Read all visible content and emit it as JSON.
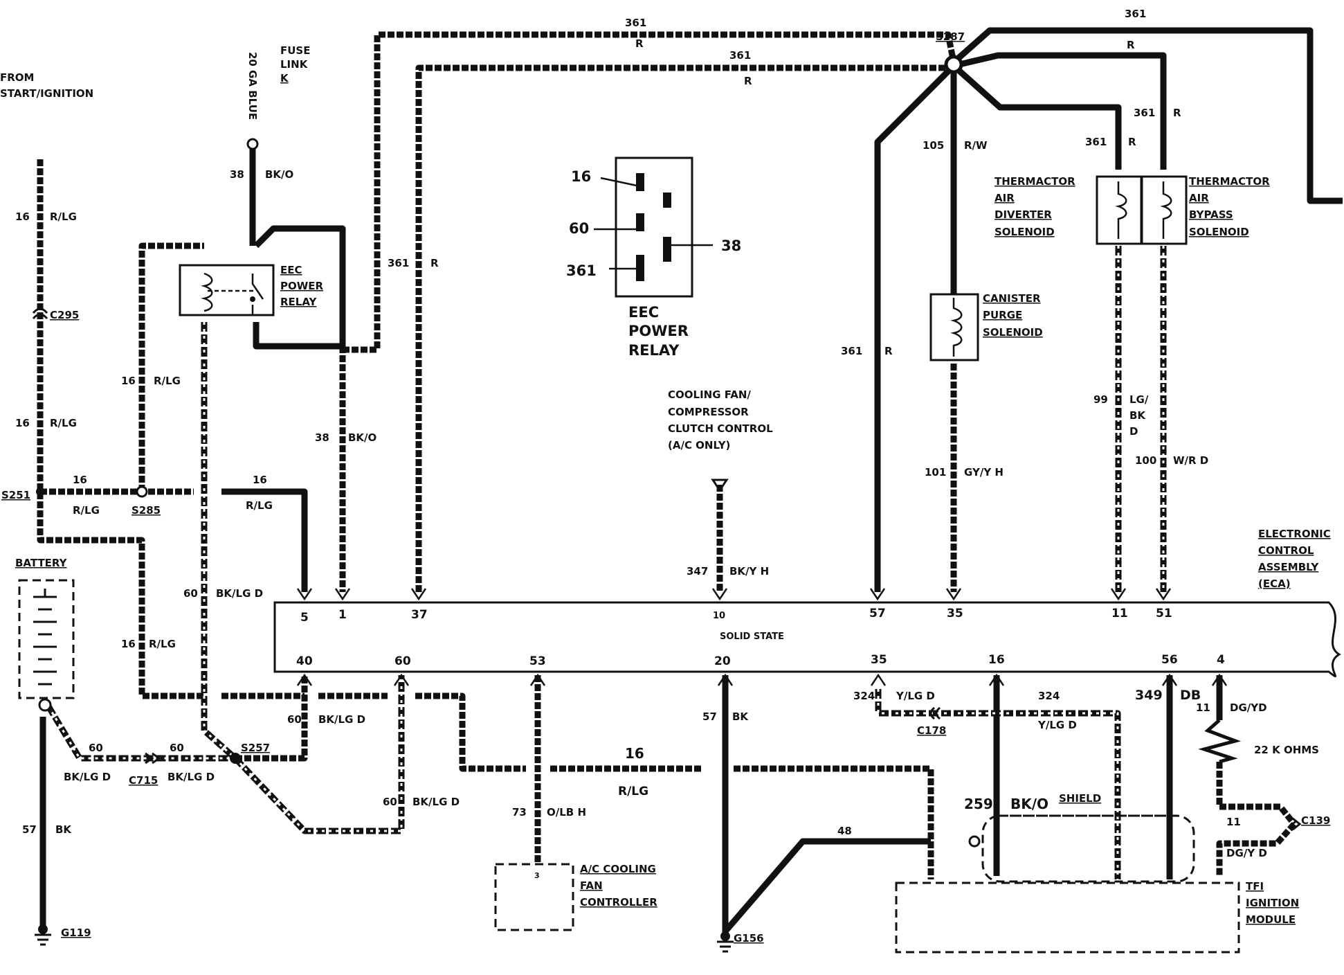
{
  "labels": {
    "from_start_ignition": [
      "FROM",
      "START/IGNITION"
    ],
    "fuse_link": [
      "FUSE",
      "LINK",
      "K"
    ],
    "fuse_wire": "20 GA BLUE",
    "eec_power_relay": [
      "EEC",
      "POWER",
      "RELAY"
    ],
    "relay_detail_title": [
      "EEC",
      "POWER",
      "RELAY"
    ],
    "relay_detail_pins": [
      "16",
      "60",
      "361",
      "38"
    ],
    "battery": "BATTERY",
    "cooling_fan": [
      "COOLING FAN/",
      "COMPRESSOR",
      "CLUTCH CONTROL",
      "(A/C ONLY)"
    ],
    "thermactor_diverter": [
      "THERMACTOR",
      "AIR",
      "DIVERTER",
      "SOLENOID"
    ],
    "thermactor_bypass": [
      "THERMACTOR",
      "AIR",
      "BYPASS",
      "SOLENOID"
    ],
    "canister_purge": [
      "CANISTER",
      "PURGE",
      "SOLENOID"
    ],
    "ecu": [
      "ELECTRONIC",
      "CONTROL",
      "ASSEMBLY",
      "(ECA)"
    ],
    "solid_state": "SOLID STATE",
    "ac_controller": [
      "A/C COOLING",
      "FAN",
      "CONTROLLER"
    ],
    "tfi": [
      "TFI",
      "IGNITION",
      "MODULE"
    ],
    "shield": "SHIELD",
    "resistor": "22 K OHMS",
    "tfi_pin": "3"
  },
  "connectors": {
    "c295": "C295",
    "s251": "S251",
    "s285": "S285",
    "s257": "S257",
    "c715": "C715",
    "s287": "S287",
    "c178": "C178",
    "c139": "C139",
    "g119": "G119",
    "g156": "G156"
  },
  "pins_top": [
    "5",
    "1",
    "37",
    "10",
    "57",
    "35",
    "11",
    "51"
  ],
  "pins_bottom": [
    "40",
    "60",
    "53",
    "20",
    "35",
    "16",
    "56",
    "4"
  ],
  "wires": {
    "w361_top_a": [
      "361",
      "R"
    ],
    "w361_top_b": [
      "361",
      "R"
    ],
    "w361_top_c": [
      "361",
      "R"
    ],
    "w361_right1": [
      "361",
      "R"
    ],
    "w361_right2": [
      "361",
      "R"
    ],
    "w361_left": [
      "361",
      "R"
    ],
    "w361_mid": [
      "361",
      "R"
    ],
    "w105": [
      "105",
      "R/W"
    ],
    "w101": [
      "101",
      "GY/Y H"
    ],
    "w99": [
      "99",
      "LG/",
      "BK",
      "D"
    ],
    "w100": [
      "100",
      "W/R D"
    ],
    "w347": [
      "347",
      "BK/Y H"
    ],
    "w38_top": [
      "38",
      "BK/O"
    ],
    "w38_mid": [
      "38",
      "BK/O"
    ],
    "w16_a": [
      "16",
      "R/LG"
    ],
    "w16_b": [
      "16",
      "R/LG"
    ],
    "w16_c": [
      "16",
      "R/LG"
    ],
    "w16_h1": [
      "16",
      "R/LG"
    ],
    "w16_h2": [
      "16",
      "R/LG"
    ],
    "w16_batt": [
      "16",
      "R/LG"
    ],
    "w60_a": [
      "60",
      "BK/LG D"
    ],
    "w60_b": [
      "60",
      "BK/LG D"
    ],
    "w60_c": [
      "60",
      "BK/LG D"
    ],
    "w60_d": [
      "60",
      "BK/LG D"
    ],
    "w60_e": [
      "60",
      "BK/LG D"
    ],
    "w57_batt": [
      "57",
      "BK"
    ],
    "w57_ecu": [
      "57",
      "BK"
    ],
    "w73": [
      "73",
      "O/LB H"
    ],
    "w16_lower": [
      "16",
      "R/LG"
    ],
    "w48": "48",
    "w259": [
      "259",
      "BK/O"
    ],
    "w324_a": [
      "324",
      "Y/LG D"
    ],
    "w324_b": [
      "324",
      "Y/LG D"
    ],
    "w349": [
      "349",
      "DB"
    ],
    "w11_a": [
      "11",
      "DG/YD"
    ],
    "w11_b": [
      "11",
      "DG/Y D"
    ]
  }
}
